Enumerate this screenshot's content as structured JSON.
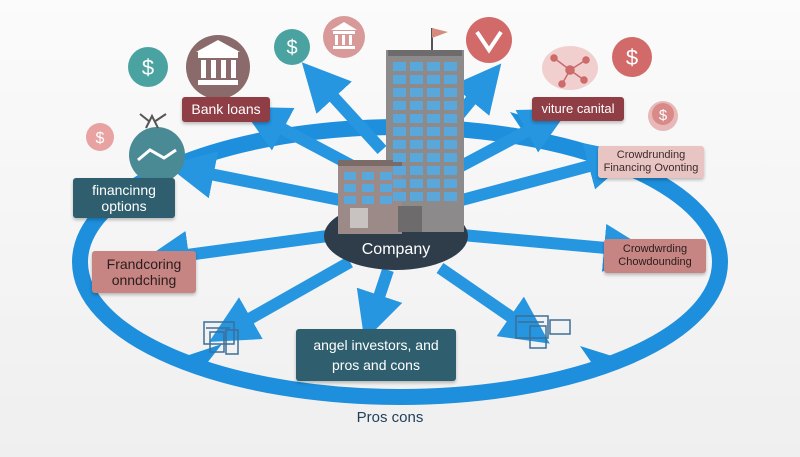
{
  "center": {
    "label": "Company"
  },
  "labels": {
    "bank_loans": "Bank loans",
    "venture_capital": "viture canital",
    "financing_options": [
      "financinng",
      "options"
    ],
    "crowdfunding_top": [
      "Crowdrunding",
      "Financing Ovonting"
    ],
    "factoring": [
      "Frandcoring",
      "onndching"
    ],
    "crowdfunding_right": [
      "Crowdwrding",
      "Chowdounding"
    ],
    "angel_investors": [
      "angel investors, and",
      "pros and cons"
    ],
    "pros_cons": "Pros cons"
  },
  "icons": {
    "coin_symbol": "$",
    "items": [
      "dollar-coin-icon",
      "bank-icon",
      "dollar-coin-icon",
      "bank-icon",
      "chevron-badge-icon",
      "network-icon",
      "dollar-coin-icon",
      "dollar-coin-icon",
      "handshake-icon",
      "dollar-coin-icon",
      "office-building-icon"
    ]
  },
  "colors": {
    "ring": "#1e8fdc",
    "arrow": "#2696e0",
    "maroon": "#8f3e45",
    "rose": "#c68483",
    "teal": "#2f5f6e",
    "coin_green": "#4aa3a0",
    "coin_red": "#d26a6a",
    "building": "#8c8a8b",
    "window": "#5aa7dc"
  }
}
